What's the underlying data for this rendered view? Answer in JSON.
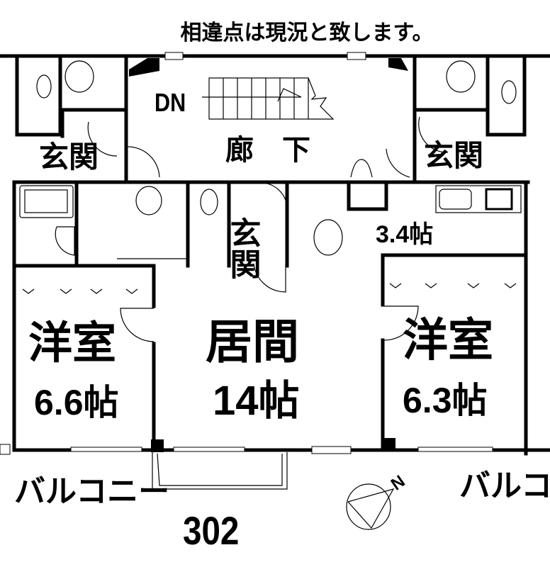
{
  "header": {
    "note": "相違点は現況と致します。"
  },
  "stairs": {
    "label": "DN"
  },
  "corridor": {
    "label": "廊　下"
  },
  "entrances": {
    "left_unit": "玄関",
    "right_unit": "玄関",
    "unit_302": "玄関"
  },
  "rooms": {
    "kitchen": {
      "size": "3.4帖"
    },
    "western_left": {
      "name": "洋室",
      "size": "6.6帖"
    },
    "living": {
      "name": "居間",
      "size": "14帖"
    },
    "western_right": {
      "name": "洋室",
      "size": "6.3帖"
    }
  },
  "balcony": {
    "left": "バルコニー",
    "right": "バルコ"
  },
  "unit_number": "302",
  "compass": {
    "north": "N"
  }
}
